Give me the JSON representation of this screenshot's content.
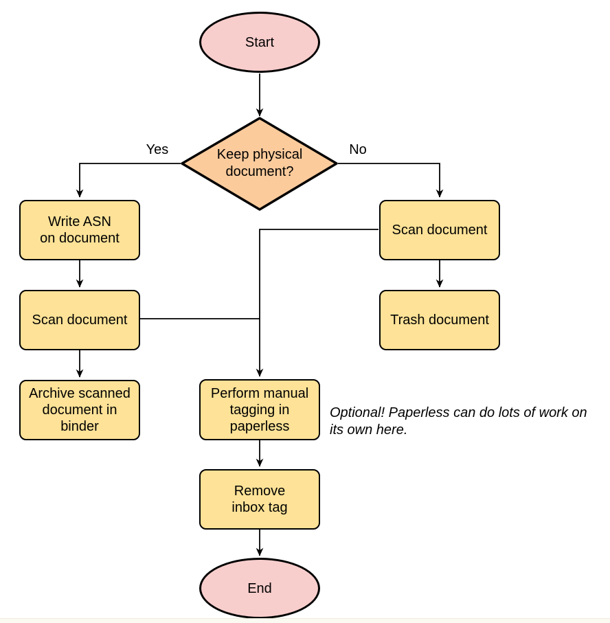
{
  "diagram": {
    "nodes": {
      "start": {
        "label": "Start"
      },
      "decision": {
        "label": "Keep physical\ndocument?"
      },
      "write_asn": {
        "label": "Write ASN\non document"
      },
      "scan_left": {
        "label": "Scan document"
      },
      "archive": {
        "label": "Archive scanned\ndocument in\nbinder"
      },
      "scan_right": {
        "label": "Scan document"
      },
      "trash": {
        "label": "Trash document"
      },
      "tagging": {
        "label": "Perform manual\ntagging in\npaperless"
      },
      "remove_inbox": {
        "label": "Remove\ninbox tag"
      },
      "end": {
        "label": "End"
      }
    },
    "edge_labels": {
      "yes": "Yes",
      "no": "No"
    },
    "annotation": "Optional! Paperless can do lots of work on\nits own here.",
    "colors": {
      "terminal_fill": "#F8CECC",
      "decision_fill": "#FCCB9C",
      "process_fill": "#FDE297",
      "stroke": "#000000"
    }
  }
}
